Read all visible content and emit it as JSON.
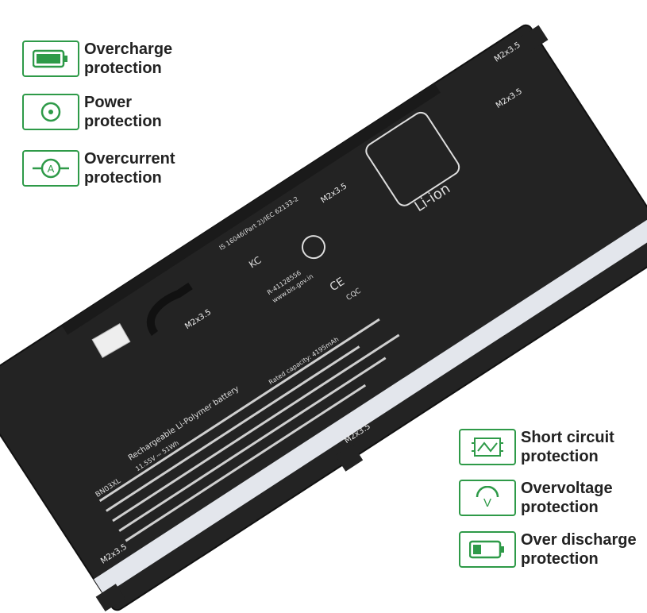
{
  "features": {
    "overcharge": {
      "line1": "Overcharge",
      "line2": "protection",
      "icon": "battery-full-icon"
    },
    "power": {
      "line1": "Power",
      "line2": "protection",
      "icon": "power-icon"
    },
    "overcurrent": {
      "line1": "Overcurrent",
      "line2": "protection",
      "icon": "ammeter-icon"
    },
    "short_circuit": {
      "line1": "Short circuit",
      "line2": "protection",
      "icon": "circuit-board-icon"
    },
    "overvoltage": {
      "line1": "Overvoltage",
      "line2": "protection",
      "icon": "voltmeter-icon"
    },
    "over_discharge": {
      "line1": "Over discharge",
      "line2": "protection",
      "icon": "battery-low-icon"
    }
  },
  "battery": {
    "screw_label": "M2x3.5",
    "li_ion": "Li-ion",
    "model": "BN03XL",
    "type_line": "Rechargeable Li-Polymer battery",
    "rating_line": "11.55V ⎓ 51Wh",
    "capacity_line": "Rated capacity: 4195mAh",
    "is_line": "IS 16046(Part 2)/IEC 62133-2",
    "r_number": "R-41128556",
    "website": "www.bis.gov.in",
    "ce": "CE",
    "cqc": "CQC",
    "kc": "KC"
  },
  "colors": {
    "accent": "#2e9a48",
    "battery_body": "#222222",
    "label_strip": "#dfe3ea"
  }
}
